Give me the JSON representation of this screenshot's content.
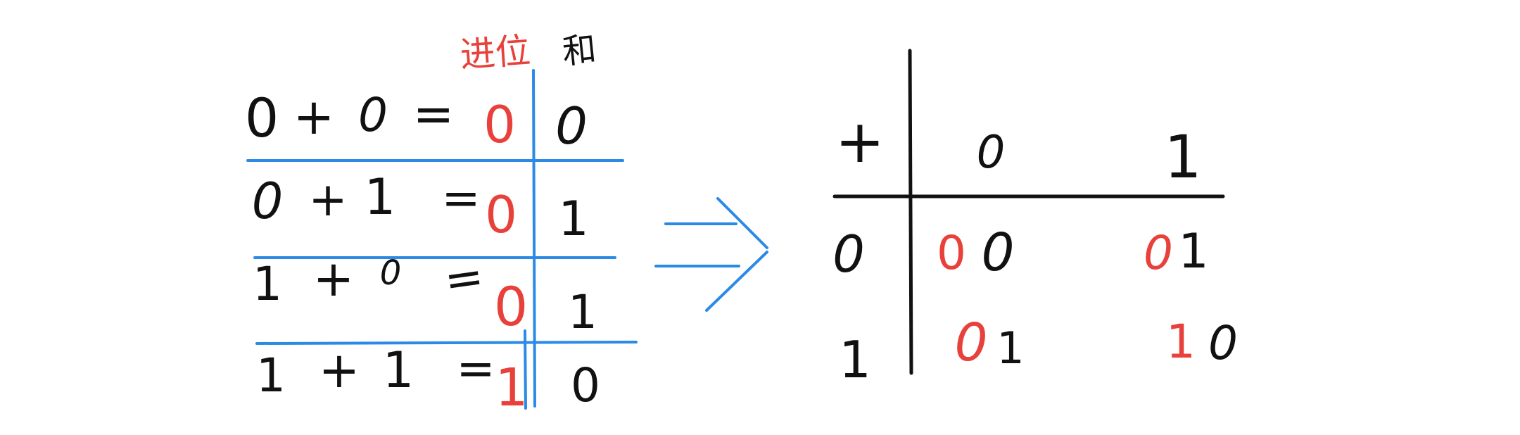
{
  "colors": {
    "ink": "#111111",
    "carry": "#e8413b",
    "rule": "#2b8ae6",
    "background": "#ffffff"
  },
  "left_table": {
    "header_carry": "进位",
    "header_sum": "和",
    "rows": [
      {
        "a": "0",
        "op": "+",
        "b": "0",
        "eq": "=",
        "carry": "0",
        "sum": "0"
      },
      {
        "a": "0",
        "op": "+",
        "b": "1",
        "eq": "=",
        "carry": "0",
        "sum": "1"
      },
      {
        "a": "1",
        "op": "+",
        "b": "0",
        "eq": "=",
        "carry": "0",
        "sum": "1"
      },
      {
        "a": "1",
        "op": "+",
        "b": "1",
        "eq": "=",
        "carry": "1",
        "sum": "0"
      }
    ]
  },
  "arrow": {
    "icon": "implies-arrow-icon"
  },
  "right_table": {
    "corner": "+",
    "col_headers": [
      "0",
      "1"
    ],
    "row_headers": [
      "0",
      "1"
    ],
    "cells": [
      [
        {
          "carry": "0",
          "sum": "0"
        },
        {
          "carry": "0",
          "sum": "1"
        }
      ],
      [
        {
          "carry": "0",
          "sum": "1"
        },
        {
          "carry": "1",
          "sum": "0"
        }
      ]
    ]
  }
}
